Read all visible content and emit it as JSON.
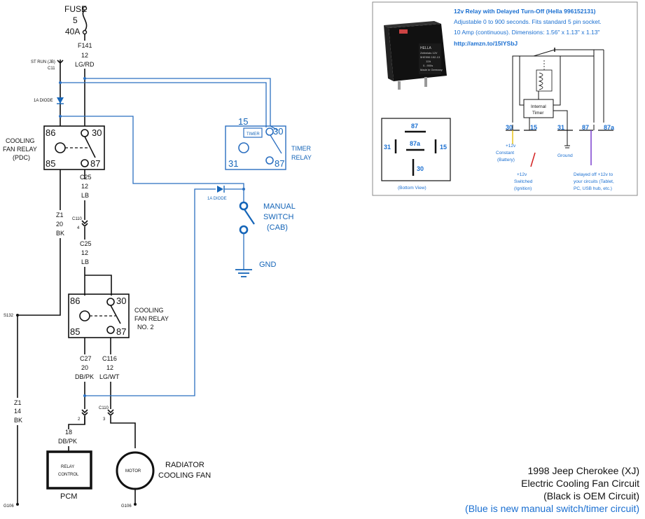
{
  "fuse": {
    "title": "FUSE",
    "num": "5",
    "amps": "40A",
    "circuit": "F141",
    "gauge": "12",
    "color": "LG/RD"
  },
  "st_run": {
    "label": "ST RUN (JB)",
    "conn": "C11"
  },
  "diode1": "1A DIODE",
  "relay1": {
    "label": [
      "COOLING",
      "FAN RELAY",
      "(PDC)"
    ],
    "pins": {
      "p86": "86",
      "p30": "30",
      "p85": "85",
      "p87": "87"
    }
  },
  "wire_c25a": {
    "circuit": "C25",
    "gauge": "12",
    "color": "LB"
  },
  "c110a": {
    "conn": "C110",
    "pin": "4"
  },
  "wire_c25b": {
    "circuit": "C25",
    "gauge": "12",
    "color": "LB"
  },
  "wire_z1a": {
    "circuit": "Z1",
    "gauge": "20",
    "color": "BK"
  },
  "relay2": {
    "label": [
      "COOLING",
      "FAN RELAY",
      "NO. 2"
    ],
    "pins": {
      "p86": "86",
      "p30": "30",
      "p85": "85",
      "p87": "87"
    }
  },
  "wire_c27": {
    "circuit": "C27",
    "gauge": "20",
    "color": "DB/PK"
  },
  "wire_c116": {
    "circuit": "C116",
    "gauge": "12",
    "color": "LG/WT"
  },
  "s132": "S132",
  "wire_z1b": {
    "circuit": "Z1",
    "gauge": "14",
    "color": "BK"
  },
  "c110b": {
    "conn": "C110",
    "pin2": "2",
    "pin3": "3"
  },
  "wire_18": {
    "gauge": "18",
    "color": "DB/PK"
  },
  "pcm": {
    "box": [
      "RELAY",
      "CONTROL"
    ],
    "label": "PCM"
  },
  "motor": {
    "box": "MOTOR",
    "label": [
      "RADIATOR",
      "COOLING FAN"
    ]
  },
  "g106a": "G106",
  "g106b": "G106",
  "timer_relay": {
    "label": [
      "TIMER",
      "RELAY"
    ],
    "chip": "TIMER",
    "pins": {
      "p15": "15",
      "p30": "30",
      "p31": "31",
      "p87": "87"
    }
  },
  "diode2": "1A DIODE",
  "manual_switch": [
    "MANUAL",
    "SWITCH",
    "(CAB)"
  ],
  "gnd": "GND",
  "product": {
    "title": "12v Relay with Delayed Turn-Off (Hella 996152131)",
    "lines": [
      "Adjustable 0 to 900 seconds.  Fits standard 5 pin socket.",
      "10 Amp (continuous).  Dimensions: 1.56\" x 1.13\" x 1.13\""
    ],
    "link": "http://amzn.to/15IYSbJ",
    "photo_text": [
      "HELLA",
      "Zeitrelais 12V",
      "5HE996 152-13",
      "12A",
      "0...900s",
      "Made in Germany"
    ],
    "bottom_pins": {
      "p87": "87",
      "p87a": "87a",
      "p31": "31",
      "p15": "15",
      "p30": "30"
    },
    "bottom_view": "(Bottom View)",
    "schem_pins": [
      "30",
      "15",
      "31",
      "87",
      "87a"
    ],
    "internal_timer": [
      "Internal",
      "Timer"
    ],
    "notes": {
      "constant": [
        "+12v",
        "Constant",
        "(Battery)"
      ],
      "switched": [
        "+12v",
        "Switched",
        "(Ignition)"
      ],
      "ground": "Ground",
      "delayed": [
        "Delayed off +12v to",
        "your circuits (Tablet,",
        "PC, USB hub, etc.)"
      ]
    }
  },
  "legend": [
    "1998 Jeep Cherokee (XJ)",
    "Electric Cooling Fan Circuit",
    "(Black is OEM Circuit)",
    "(Blue is new manual switch/timer circuit)"
  ]
}
